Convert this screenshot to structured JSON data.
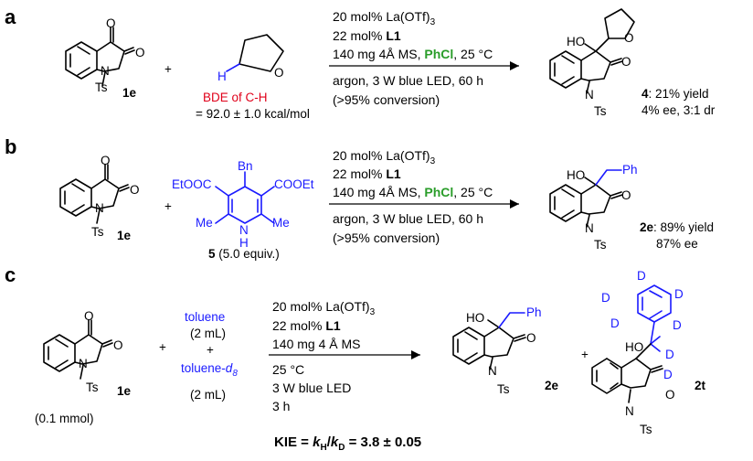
{
  "panels": [
    "a",
    "b",
    "c"
  ],
  "colors": {
    "blue": "#1a1aff",
    "red": "#e0001a",
    "green": "#2a9d2a"
  },
  "atoms": {
    "O": "O",
    "N": "N",
    "Ts": "Ts",
    "H": "H",
    "HO": "HO",
    "D": "D",
    "Bn": "Bn",
    "Ph": "Ph",
    "Me": "Me"
  },
  "panel_a": {
    "substrate_label": "1e",
    "plus": "+",
    "reagent_h": "H",
    "bde_label": "BDE of C-H",
    "bde_value": "= 92.0 ± 1.0 kcal/mol",
    "cond_above": [
      "20 mol% La(OTf)",
      "22 mol% ",
      "140 mg 4Å MS, ",
      "PhCl",
      ", 25 °C"
    ],
    "cond_sub3": "3",
    "cond_L1": "L1",
    "cond_below": [
      "argon, 3 W blue LED, 60 h",
      "(>95% conversion)"
    ],
    "product_num": "4",
    "product_yield": ": 21% yield",
    "product_ee": "4% ee, 3:1 dr"
  },
  "panel_b": {
    "substrate_label": "1e",
    "plus": "+",
    "ester_left": "EtOOC",
    "ester_right": "COOEt",
    "hantzsch_num": "5",
    "hantzsch_equiv": " (5.0 equiv.)",
    "cond_above": [
      "20 mol% La(OTf)",
      "22 mol% ",
      "140 mg 4Å MS, ",
      "PhCl",
      ", 25 °C"
    ],
    "cond_sub3": "3",
    "cond_L1": "L1",
    "cond_below": [
      "argon, 3 W blue LED, 60 h",
      "(>95% conversion)"
    ],
    "product_num": "2e",
    "product_yield": ": 89% yield",
    "product_ee": "87% ee"
  },
  "panel_c": {
    "substrate_label": "1e",
    "amount": "(0.1 mmol)",
    "plus": "+",
    "toluene": "toluene",
    "toluene_vol": "(2 mL)",
    "toluene_d8": "toluene-",
    "d8_sub": "d",
    "d8_sub2": "8",
    "toluene_d8_vol": "(2 mL)",
    "cond_above": [
      "20 mol% La(OTf)",
      "22 mol% ",
      "140 mg 4 Å MS"
    ],
    "cond_sub3": "3",
    "cond_L1": "L1",
    "cond_below": [
      "25 °C",
      "3 W blue LED",
      "3 h"
    ],
    "product_h_label": "2e",
    "product_d_label": "2t",
    "kie_prefix": "KIE = ",
    "kie_k": "k",
    "kie_sub_h": "H",
    "kie_sub_d": "D",
    "kie_value": " = 3.8 ± 0.05"
  }
}
